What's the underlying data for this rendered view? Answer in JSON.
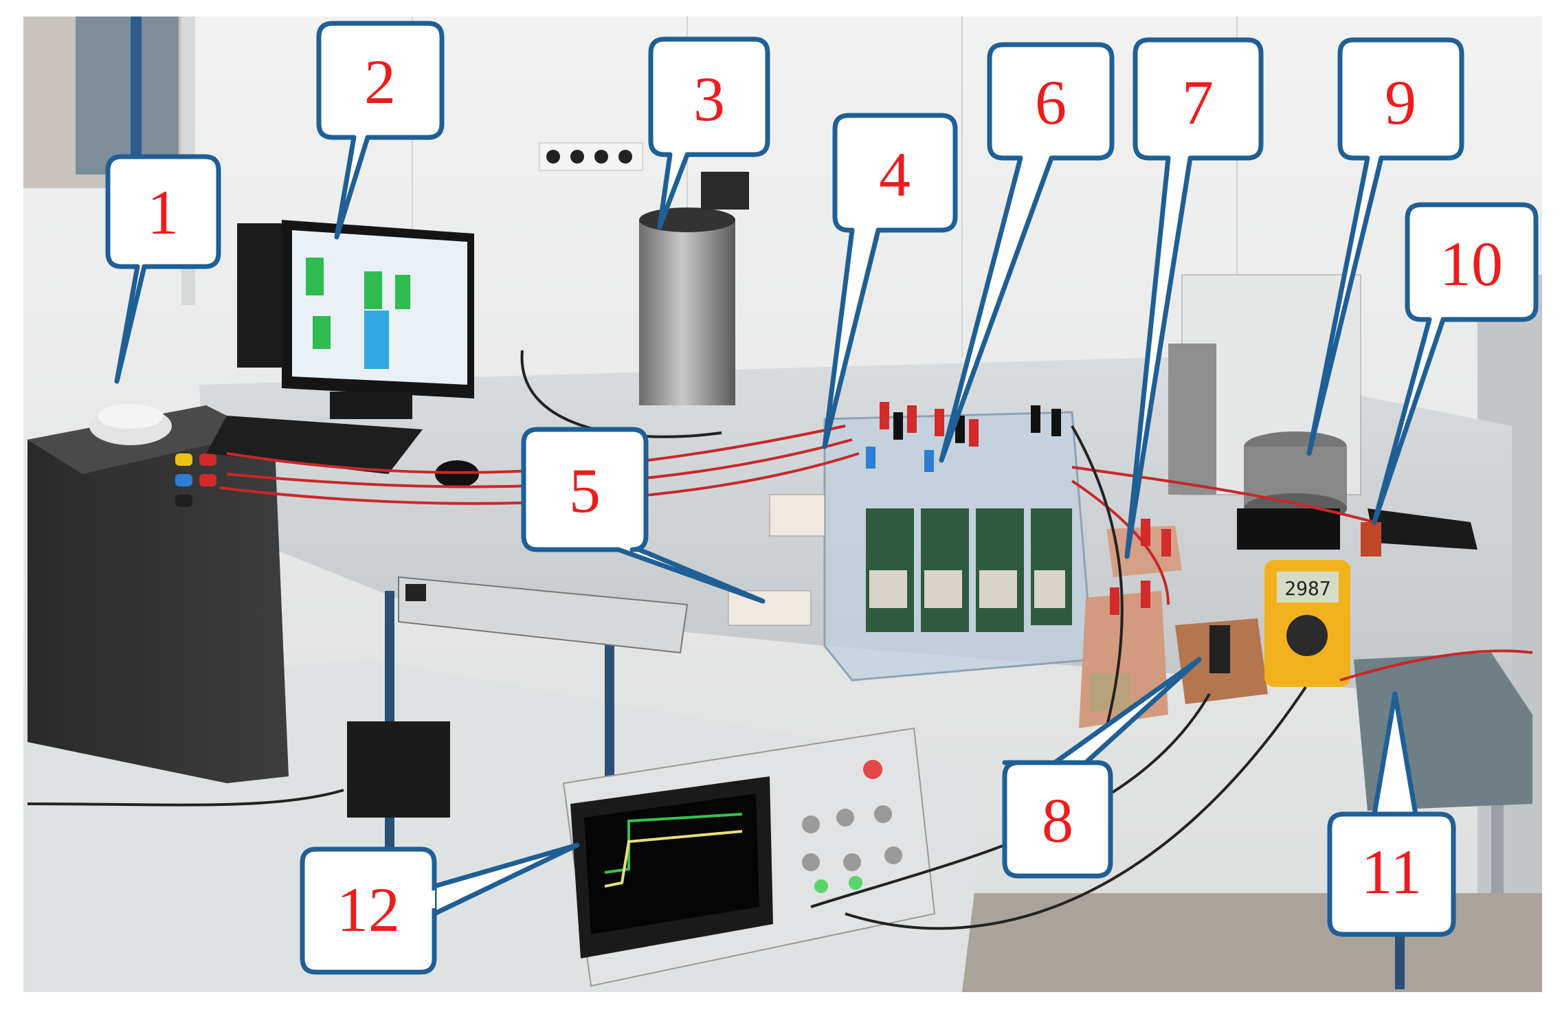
{
  "figure": {
    "callouts": [
      {
        "id": "1",
        "label": "1"
      },
      {
        "id": "2",
        "label": "2"
      },
      {
        "id": "3",
        "label": "3"
      },
      {
        "id": "4",
        "label": "4"
      },
      {
        "id": "5",
        "label": "5"
      },
      {
        "id": "6",
        "label": "6"
      },
      {
        "id": "7",
        "label": "7"
      },
      {
        "id": "8",
        "label": "8"
      },
      {
        "id": "9",
        "label": "9"
      },
      {
        "id": "10",
        "label": "10"
      },
      {
        "id": "11",
        "label": "11"
      },
      {
        "id": "12",
        "label": "12"
      }
    ],
    "multimeter_reading": "2987",
    "colors": {
      "callout_border": "#1f5f95",
      "callout_fill": "#ffffff",
      "callout_text": "#ee1c1c",
      "wall": "#e9ebea",
      "table": "#cfd3d6",
      "wire_red": "#c8282a"
    }
  }
}
